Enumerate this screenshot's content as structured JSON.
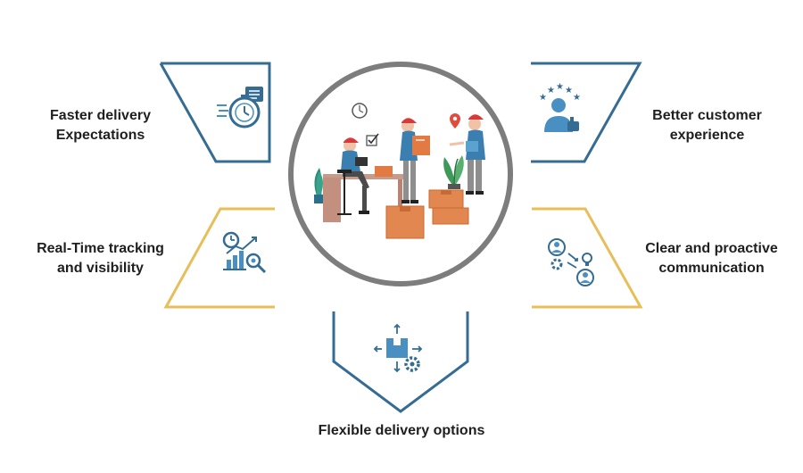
{
  "items": {
    "faster": {
      "line1": "Faster delivery",
      "line2": "Expectations",
      "icon": "stopwatch-clipboard-icon"
    },
    "realtime": {
      "line1": "Real-Time tracking",
      "line2": "and visibility",
      "icon": "tracking-analytics-icon"
    },
    "flexible": {
      "line1": "Flexible delivery options",
      "icon": "package-gear-icon"
    },
    "better": {
      "line1": "Better customer",
      "line2": "experience",
      "icon": "rated-customer-icon"
    },
    "clear": {
      "line1": "Clear and proactive",
      "line2": "communication",
      "icon": "communication-exchange-icon"
    }
  },
  "colors": {
    "blue": "#356c93",
    "gold": "#e8be5a",
    "hub_ring": "#7d7d7d",
    "icon_blue": "#4a8fc1"
  }
}
